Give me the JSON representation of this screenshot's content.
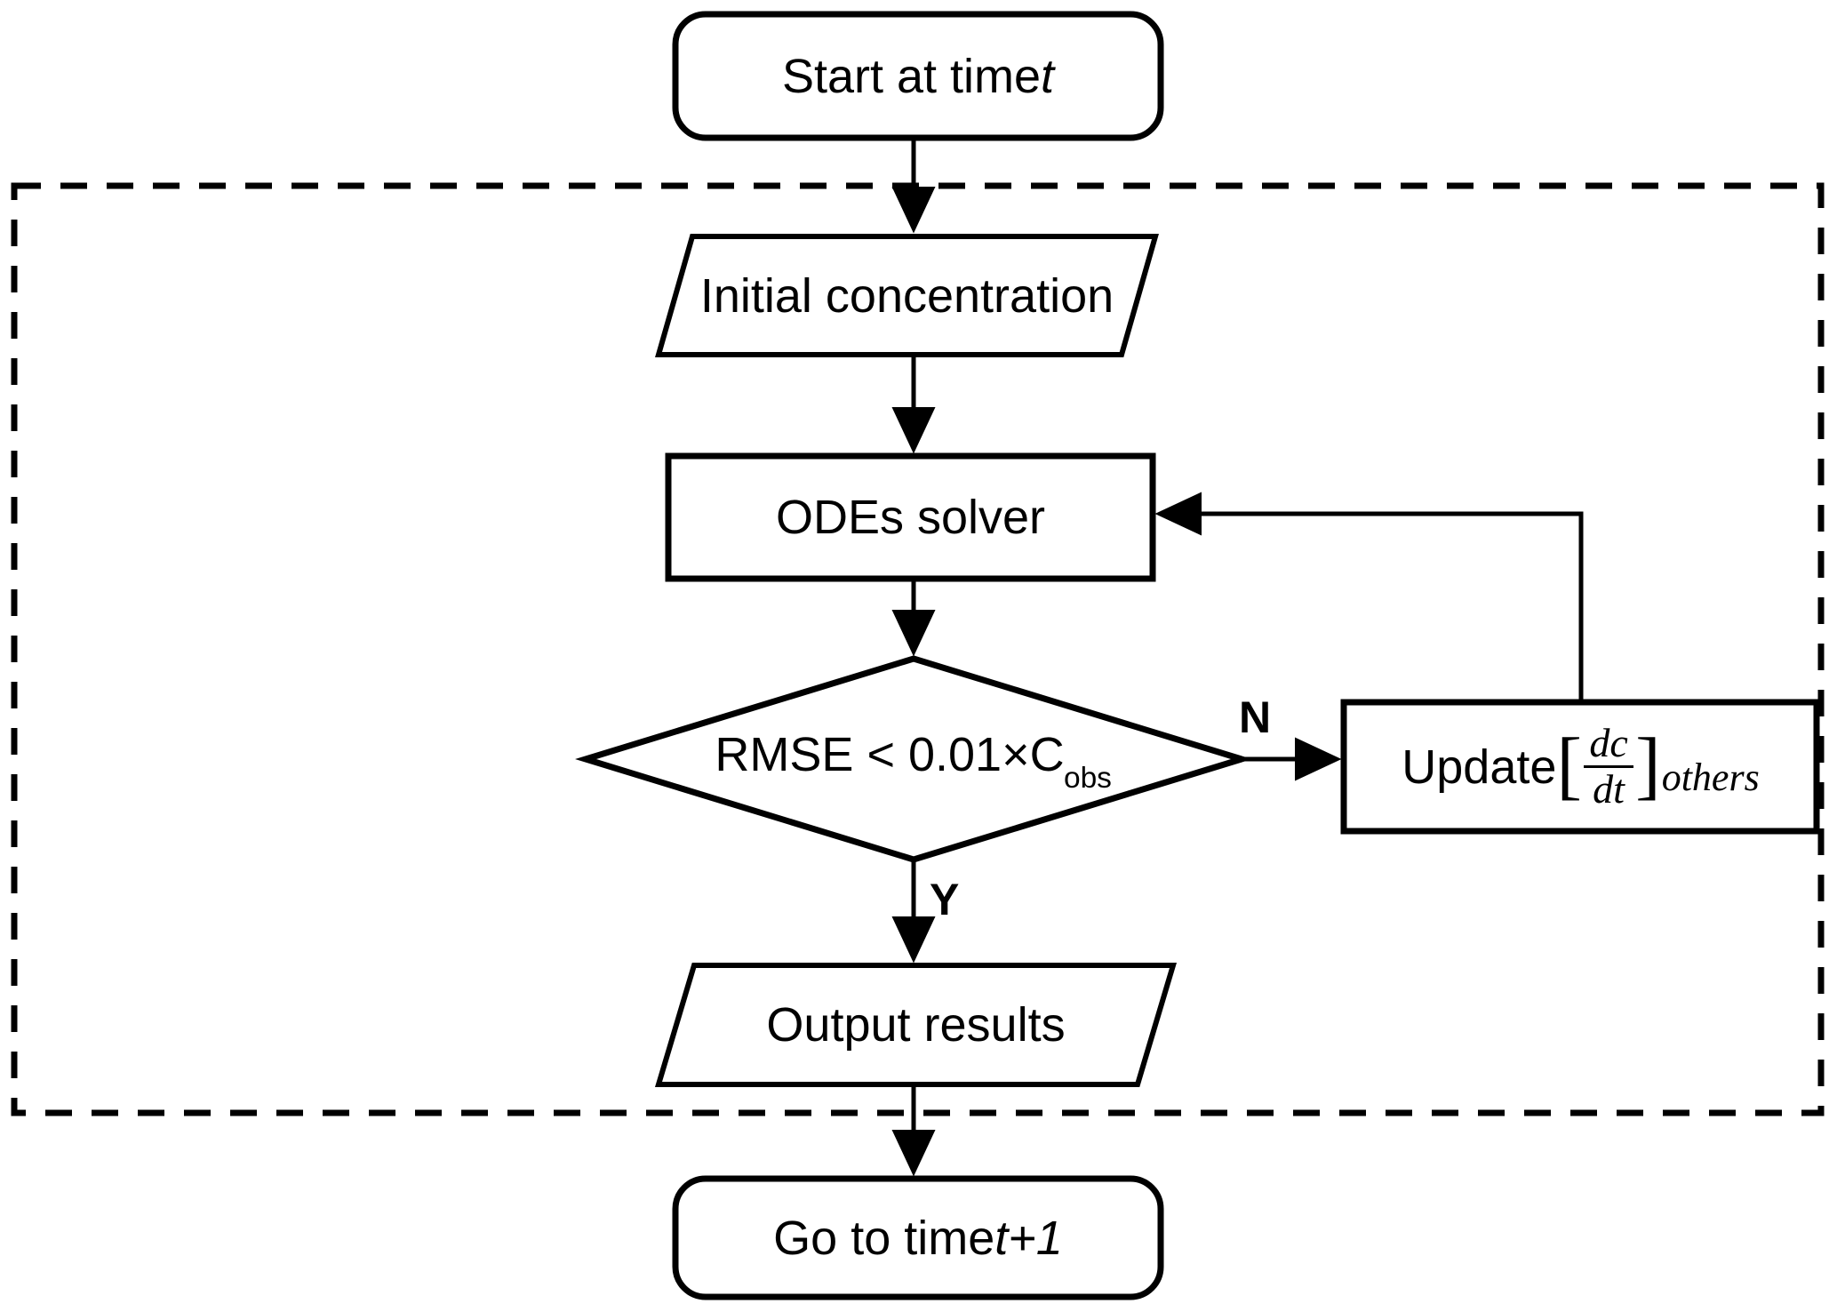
{
  "diagram": {
    "title": "ODE solver iteration flowchart",
    "background_color": "#ffffff",
    "stroke_color": "#000000",
    "nodes": {
      "start": {
        "shape": "rounded-rectangle",
        "text_prefix": "Start at time ",
        "text_italic": "t"
      },
      "initial_concentration": {
        "shape": "parallelogram",
        "text": "Initial concentration"
      },
      "odes_solver": {
        "shape": "rectangle",
        "text": "ODEs solver"
      },
      "decision": {
        "shape": "diamond",
        "text_main": "RMSE < 0.01×C",
        "text_subscript": "obs"
      },
      "update": {
        "shape": "rectangle",
        "label": "Update ",
        "bracket_open": "[",
        "numerator": "dc",
        "denominator": "dt",
        "bracket_close": "]",
        "subscript": "others"
      },
      "output_results": {
        "shape": "parallelogram",
        "text": "Output results"
      },
      "go_to_next": {
        "shape": "rounded-rectangle",
        "text_prefix": "Go to time ",
        "text_italic": "t+1"
      }
    },
    "edge_labels": {
      "no_branch": "N",
      "yes_branch": "Y"
    },
    "group_box": {
      "style": "dashed",
      "label": ""
    }
  }
}
